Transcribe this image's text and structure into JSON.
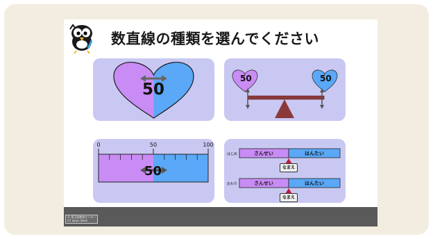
{
  "slide": {
    "title": "数直線の種類を選んでください",
    "footer_note": [
      "© 埼玉県教育センター",
      "GT Japan Book"
    ]
  },
  "options": [
    {
      "type": "heart",
      "value": "50"
    },
    {
      "type": "seesaw",
      "left_value": "50",
      "right_value": "50"
    },
    {
      "type": "ruler",
      "ticks": [
        "0",
        "50",
        "100"
      ],
      "value": "50"
    },
    {
      "type": "opinion-bars",
      "rows": [
        {
          "label": "はじめ",
          "left": "さんせい",
          "right": "はんたい",
          "name": "なまえ"
        },
        {
          "label": "おわり",
          "left": "さんせい",
          "right": "はんたい",
          "name": "なまえ"
        }
      ]
    }
  ],
  "colors": {
    "background_card": "#f3ede1",
    "panel": "#c9c8f2",
    "purple": "#c98cf5",
    "blue": "#5aa8f7",
    "seesaw_brown": "#8b3a3a",
    "footer": "#5a5a5a"
  }
}
